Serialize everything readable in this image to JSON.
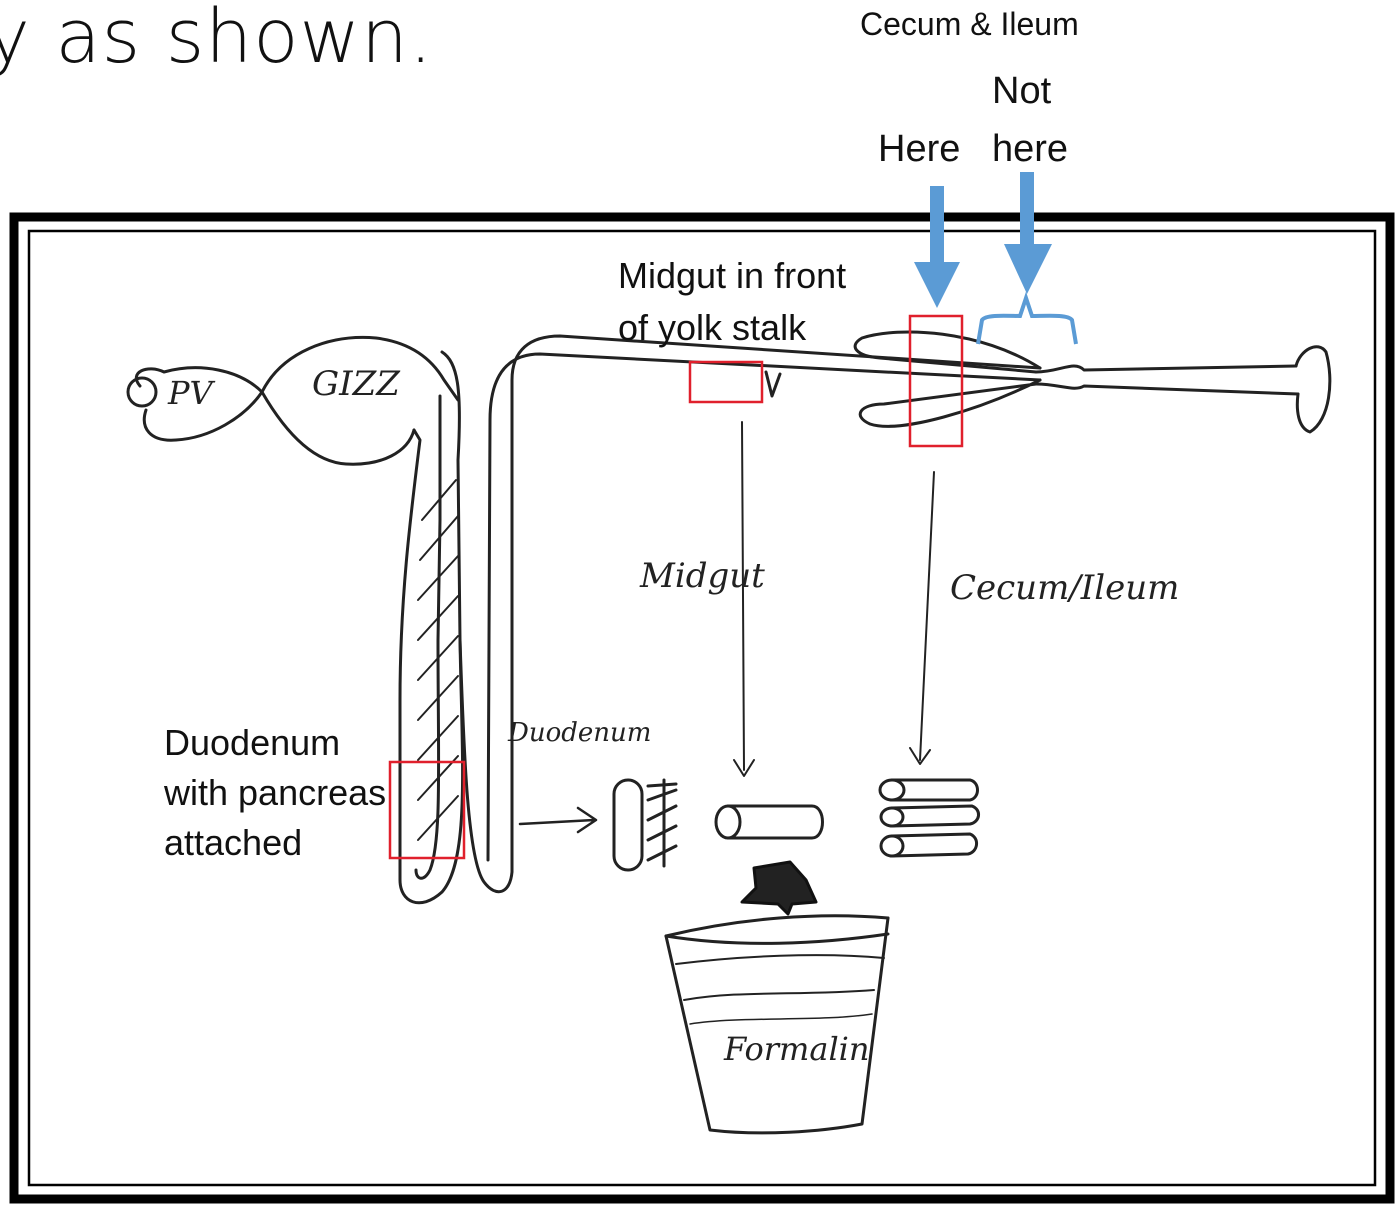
{
  "slide": {
    "title_fragment": "y as shown."
  },
  "labels": {
    "cecum_ileum": "Cecum & Ileum",
    "not": "Not",
    "here": "Here",
    "here_lower": "here",
    "midgut_front": "Midgut in front\nof yolk stalk",
    "duodenum_pancreas": "Duodenum\nwith pancreas\nattached"
  },
  "handwriting": {
    "pv": "PV",
    "gizz": "GIZZ",
    "midgut": "Midgut",
    "cecum_ileum": "Cecum/Ileum",
    "duodenum": "Duodenum",
    "formalin": "Formalin"
  },
  "colors": {
    "arrow_blue": "#5b9bd5",
    "box_red": "#e0202c",
    "ink": "#222222",
    "frame": "#000000"
  }
}
